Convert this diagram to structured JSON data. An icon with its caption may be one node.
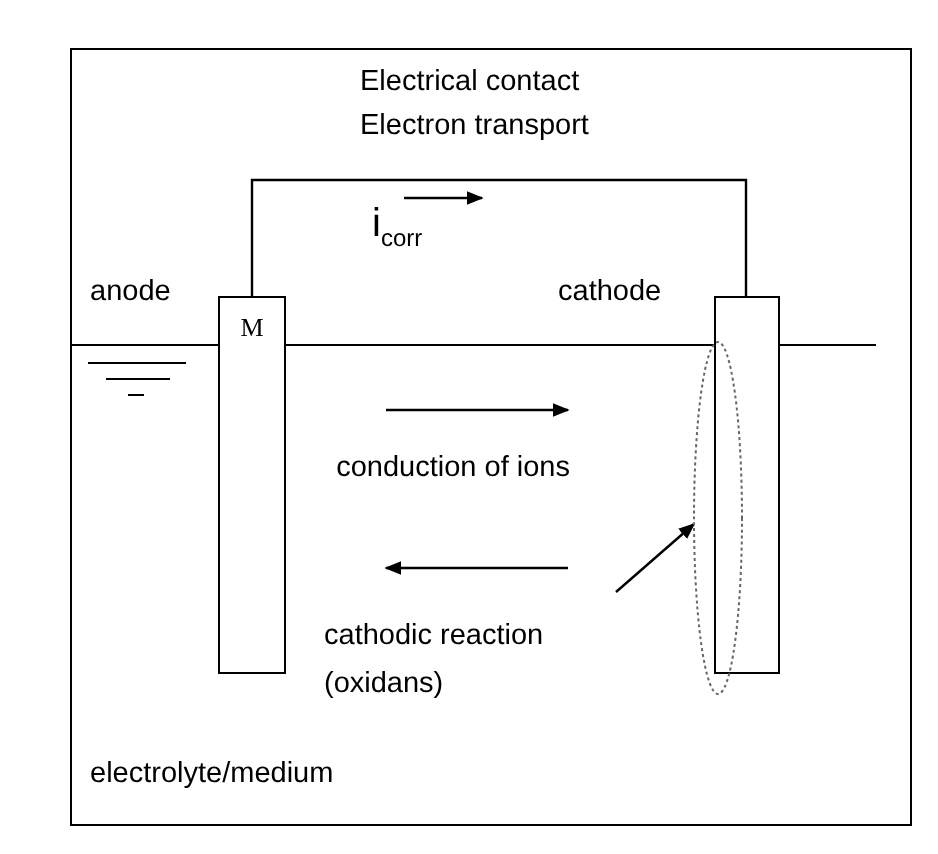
{
  "diagram": {
    "nodes": [
      {
        "text": [
          "M"
        ],
        "beside": [
          "anode"
        ]
      },
      {
        "text": [],
        "shape": "box",
        "beside": [
          "cathode"
        ]
      },
      {
        "text": [],
        "shape": "ellipse"
      },
      {
        "text": [
          "cathodic reaction (oxidans)"
        ]
      }
    ],
    "edges": [
      {
        "from": 0,
        "to": 1,
        "arrow": "none"
      },
      {
        "from": 3,
        "to": 2,
        "arrow": "to"
      }
    ],
    "labels": [
      "Electrical contact",
      "Electron transport",
      "i$_{corr}$",
      "conduction of ions",
      "electrolyte/medium"
    ]
  }
}
